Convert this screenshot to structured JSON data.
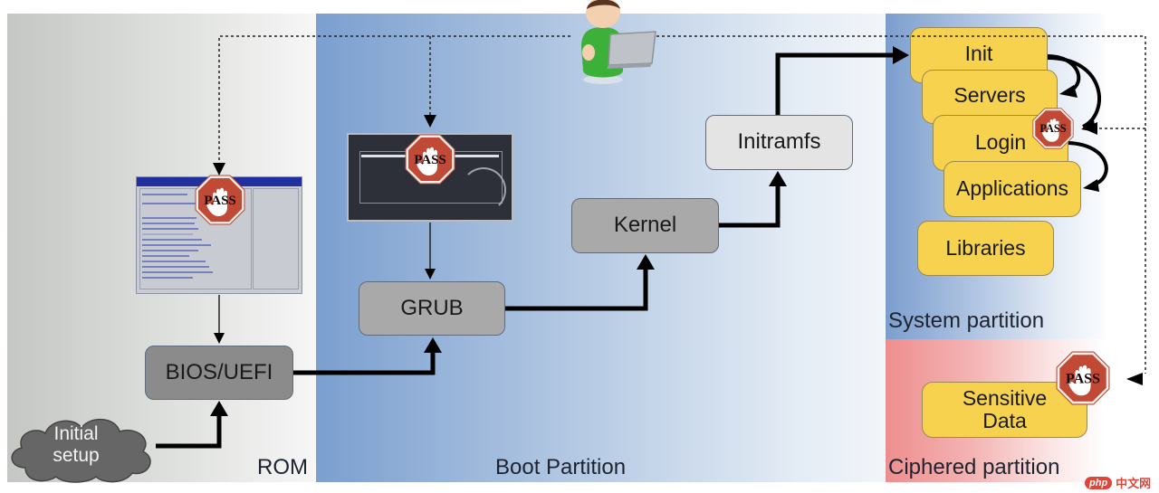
{
  "regions": {
    "rom": "ROM",
    "boot": "Boot Partition",
    "system": "System partition",
    "ciphered": "Ciphered partition"
  },
  "nodes": {
    "initial_setup": "Initial setup",
    "bios": "BIOS/UEFI",
    "grub": "GRUB",
    "kernel": "Kernel",
    "initramfs": "Initramfs",
    "init": "Init",
    "servers": "Servers",
    "login": "Login",
    "applications": "Applications",
    "libraries": "Libraries",
    "sensitive_data": "Sensitive Data"
  },
  "badges": {
    "pass_label": "PASS",
    "locations": [
      "BIOS/UEFI",
      "GRUB",
      "Login",
      "Sensitive Data"
    ]
  },
  "icons": {
    "user": "user-with-laptop-icon",
    "stop": "stop-hand-icon",
    "cloud": "cloud-shape"
  },
  "colors": {
    "rom_bg": "#d6d8d5",
    "boot_bg": "#9fb8dc",
    "system_bg": "#a9c0e0",
    "ciphered_bg": "#f2a4a4",
    "yellow_node": "#f6d24f",
    "stop_red": "#c0392b"
  },
  "watermark": {
    "logo": "php",
    "text": "中文网"
  }
}
